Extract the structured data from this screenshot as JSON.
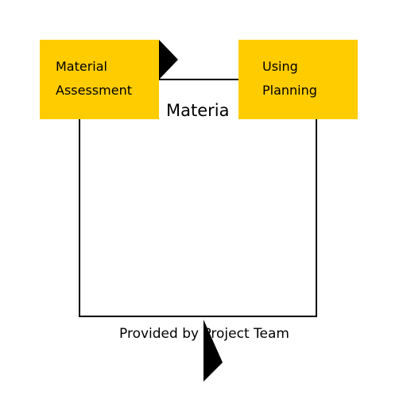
{
  "diagram": {
    "center_label": "Materia",
    "nodes": [
      {
        "id": "material-assessment",
        "lines": [
          "Material",
          "Assessment"
        ]
      },
      {
        "id": "using-planning",
        "lines": [
          "Using",
          "Planning"
        ]
      }
    ],
    "footer": "Provided by Project Team"
  },
  "colors": {
    "box_fill": "#FFCC00",
    "stroke": "#000000",
    "background": "#FFFFFF"
  }
}
